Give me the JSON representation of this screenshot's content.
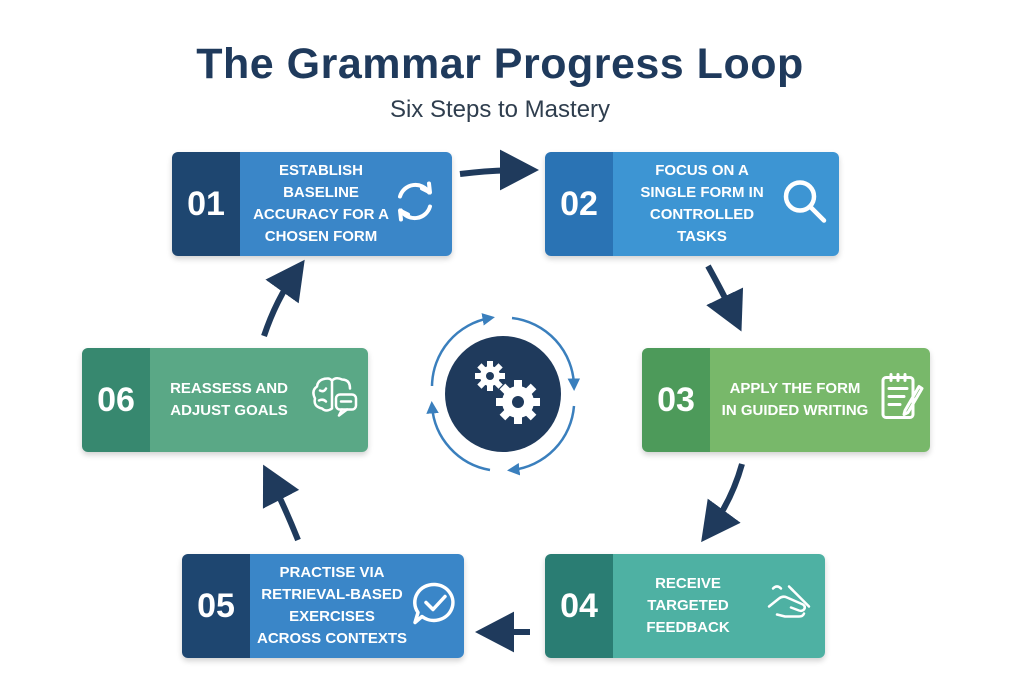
{
  "header": {
    "title": "The Grammar Progress Loop",
    "subtitle": "Six Steps to Mastery"
  },
  "steps": [
    {
      "number": "01",
      "label": "ESTABLISH\nBASELINE\nACCURACY FOR A\nCHOSEN FORM",
      "icon": "refresh-cycle-icon",
      "num_color": "#1e4670",
      "body_color": "#3a86c8"
    },
    {
      "number": "02",
      "label": "FOCUS ON A\nSINGLE FORM IN\nCONTROLLED\nTASKS",
      "icon": "magnifier-icon",
      "num_color": "#2a73b4",
      "body_color": "#3d95d3"
    },
    {
      "number": "03",
      "label": "APPLY THE FORM\nIN GUIDED WRITING",
      "icon": "writing-checklist-icon",
      "num_color": "#4d9a5a",
      "body_color": "#78b86a"
    },
    {
      "number": "04",
      "label": "RECEIVE\nTARGETED\nFEEDBACK",
      "icon": "hand-feedback-icon",
      "num_color": "#2a7d73",
      "body_color": "#4eb1a3"
    },
    {
      "number": "05",
      "label": "PRACTISE VIA\nRETRIEVAL-BASED\nEXERCISES\nACROSS CONTEXTS",
      "icon": "checkmark-bubble-icon",
      "num_color": "#1e4670",
      "body_color": "#3a86c8"
    },
    {
      "number": "06",
      "label": "REASSESS AND\nADJUST GOALS",
      "icon": "brain-chat-icon",
      "num_color": "#37886f",
      "body_color": "#5aa886"
    }
  ],
  "center": {
    "icon": "gears-icon",
    "color": "#1f3a5c"
  },
  "arrow_color": "#1f3a5c"
}
